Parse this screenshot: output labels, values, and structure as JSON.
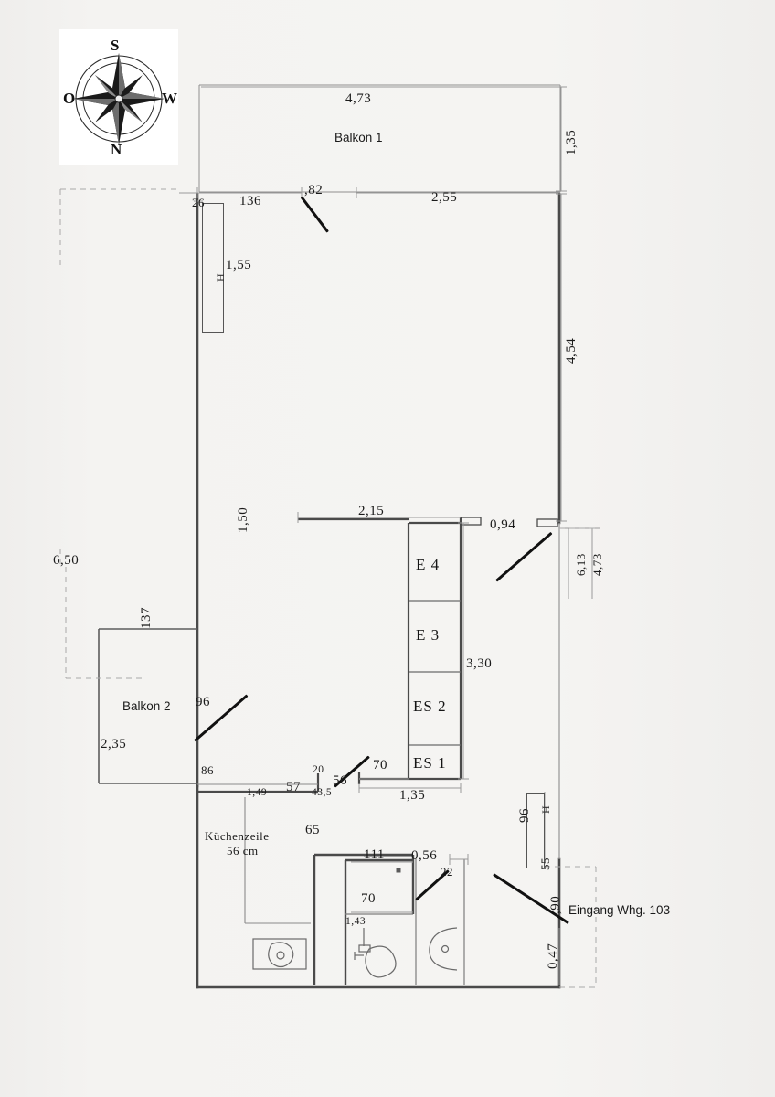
{
  "document": {
    "type": "hand-drawn architectural floor plan",
    "entrance_label": "Eingang Whg. 103"
  },
  "compass": {
    "name": "compass-rose",
    "top": "S",
    "left": "O",
    "right": "W",
    "bottom": "N"
  },
  "rooms": {
    "balcony1": "Balkon 1",
    "balcony2": "Balkon 2",
    "kitchen_note_line1": "Küchenzeile",
    "kitchen_note_line2": "56 cm"
  },
  "room_codes": {
    "e4": "E 4",
    "e3": "E 3",
    "es2": "ES 2",
    "es1": "ES 1"
  },
  "dimensions": {
    "balkon1_width": "4,73",
    "balkon1_depth": "1,35",
    "right_wall_main": "4,54",
    "seg_26": "26",
    "seg_136": "136",
    "seg_82": ",82",
    "seg_255": "2,55",
    "radiator_top": "1,55",
    "left_overall": "6,50",
    "offset_150": "1,50",
    "span_215": "2,15",
    "door_094": "0,94",
    "right_613": "6,13",
    "right_473": "4,73",
    "strip_330": "3,30",
    "balkon2_top": "137",
    "balkon2_side": "2,35",
    "balkon2_door": "96",
    "seg_86": "86",
    "seg_149": "1,49",
    "seg_57": "57",
    "seg_20": "20",
    "seg_435": "43,5",
    "seg_56": "56",
    "seg_70_left": "70",
    "seg_135": "1,35",
    "seg_65": "65",
    "bath_111": "111",
    "bath_70": "70",
    "bath_143": "1,43",
    "door_056": "0,56",
    "seg_22": "22",
    "radiator_right": "96",
    "seg_55": "55",
    "entrance_90": ",90",
    "entrance_047": "0,47"
  },
  "icons": {
    "compass": "compass-rose-icon",
    "radiator": "radiator-icon",
    "toilet": "toilet-icon",
    "sink": "sink-icon",
    "washbasin": "washbasin-icon",
    "door_swing": "door-swing-icon"
  },
  "colors": {
    "paper": "#f3f2f0",
    "wall": "#4a4a4a",
    "dimension_line": "#9a9a9a",
    "ink": "#1b1b1b"
  }
}
